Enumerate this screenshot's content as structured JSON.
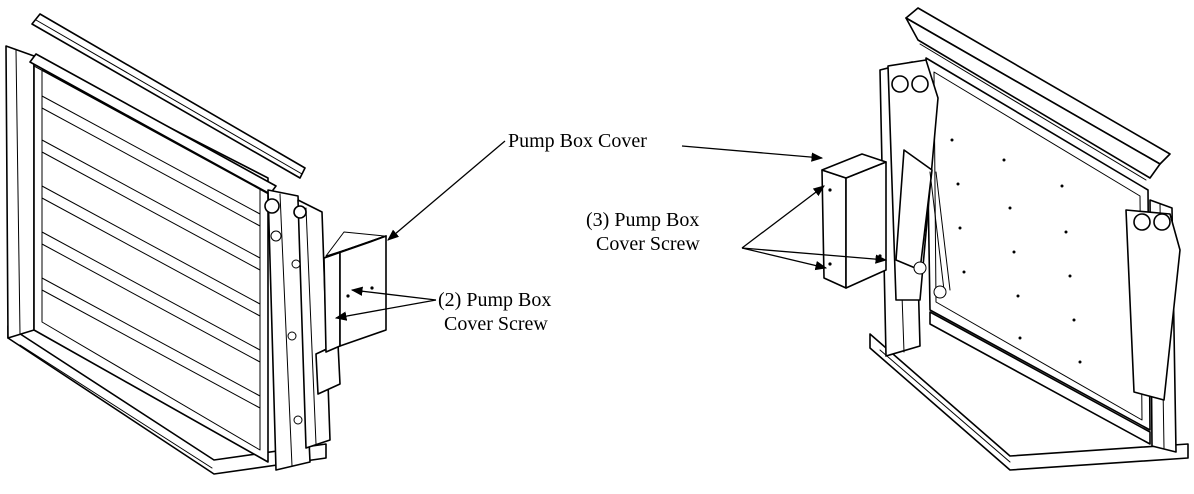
{
  "labels": {
    "pump_box_cover": "Pump Box Cover",
    "left_screw_line1": "(2) Pump Box",
    "left_screw_line2": "Cover Screw",
    "right_screw_line1": "(3) Pump Box",
    "right_screw_line2": "Cover Screw"
  },
  "colors": {
    "line": "#000000",
    "background": "#ffffff"
  }
}
